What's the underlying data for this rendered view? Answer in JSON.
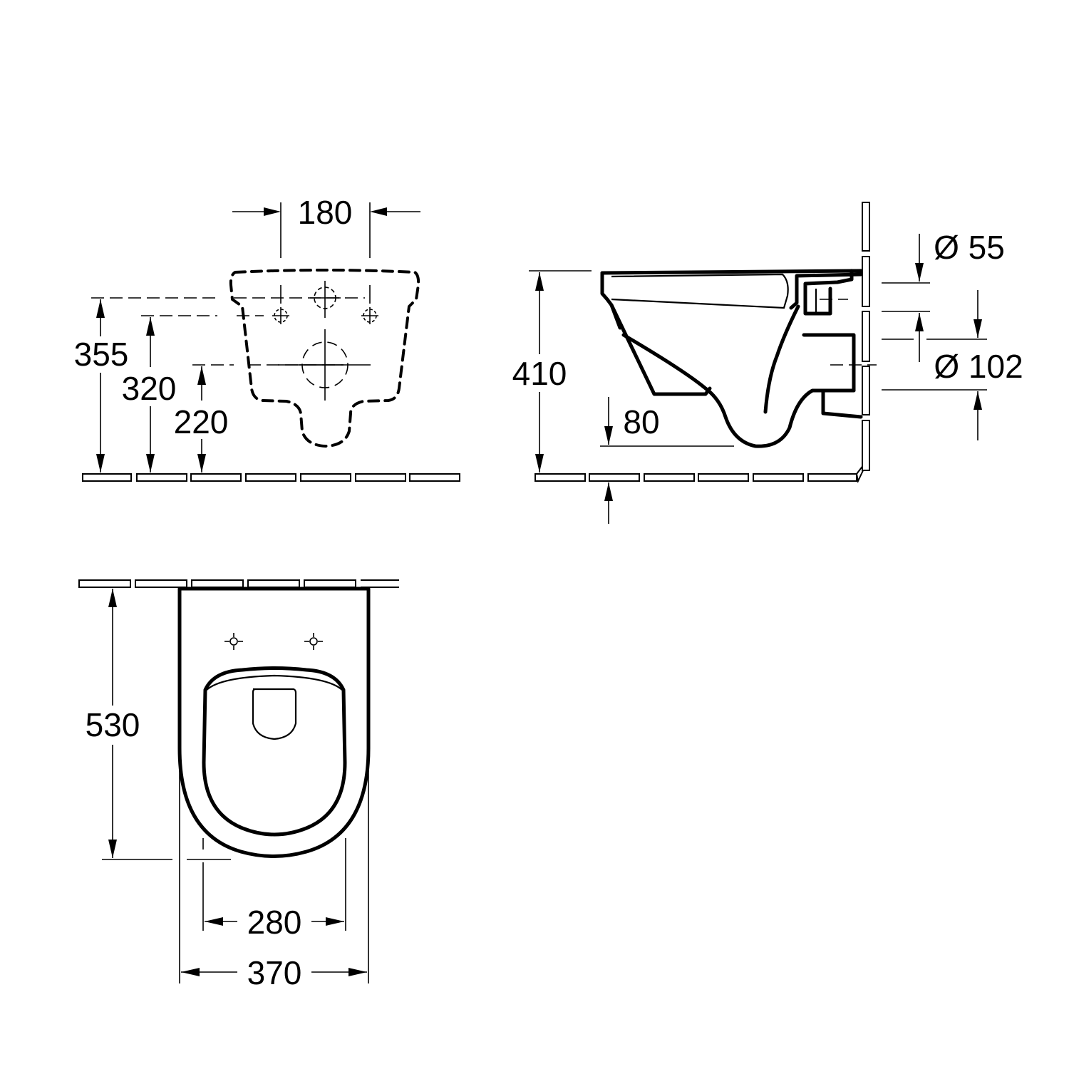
{
  "drawing": {
    "front_view": {
      "dims": {
        "mount_spacing": "180",
        "height_upper": "355",
        "height_mount": "320",
        "height_outlet": "220"
      }
    },
    "side_view": {
      "dims": {
        "total_height": "410",
        "bottom_clearance": "80",
        "inlet_diameter": "Ø 55",
        "outlet_diameter": "Ø 102"
      }
    },
    "top_view": {
      "dims": {
        "depth": "530",
        "seat_width": "280",
        "total_width": "370"
      }
    },
    "colors": {
      "line": "#000000",
      "background": "#ffffff"
    }
  }
}
